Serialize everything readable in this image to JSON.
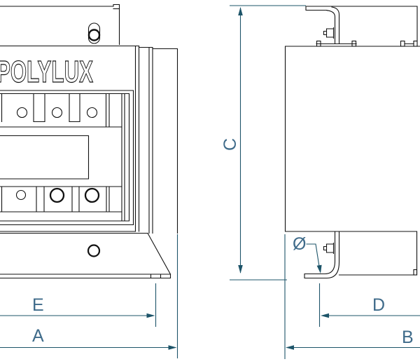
{
  "brand": {
    "label": "POLYLUX"
  },
  "dims": {
    "A": {
      "label": "A"
    },
    "B": {
      "label": "B"
    },
    "C": {
      "label": "C"
    },
    "D": {
      "label": "D"
    },
    "E": {
      "label": "E"
    },
    "diameter": {
      "label": "Ø"
    }
  },
  "colors": {
    "line": "#111111",
    "dimension_line": "#1d5469",
    "dimension_text": "#3f6b8a",
    "background": "#ffffff"
  }
}
